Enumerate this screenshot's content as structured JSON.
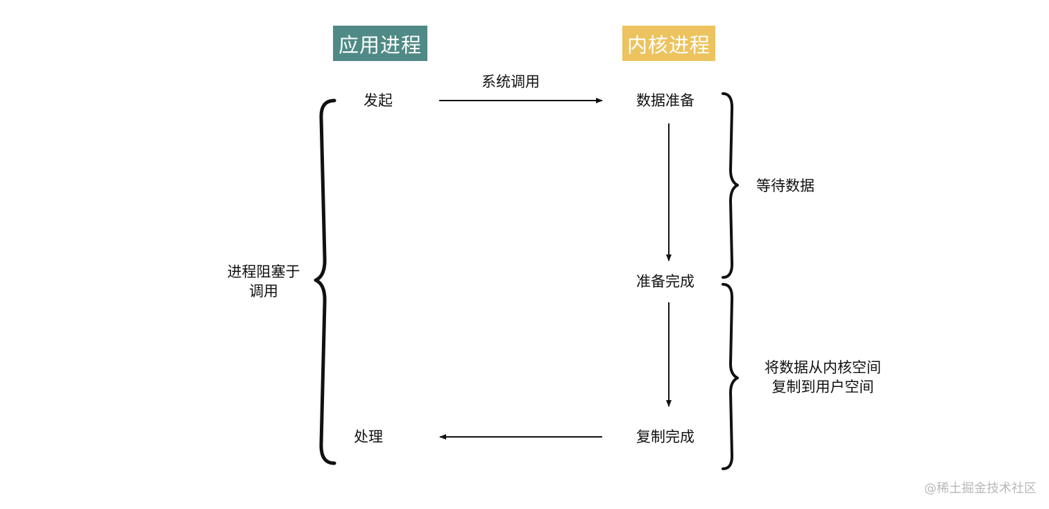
{
  "headers": {
    "app_process": "应用进程",
    "kernel_process": "内核进程"
  },
  "colors": {
    "app_header_bg": "#4f8a86",
    "kernel_header_bg": "#ecc35e",
    "stroke": "#111111"
  },
  "app_side": {
    "start": "发起",
    "process": "处理",
    "blocked_line1": "进程阻塞于",
    "blocked_line2": "调用"
  },
  "kernel_side": {
    "prepare": "数据准备",
    "ready": "准备完成",
    "copy_done": "复制完成"
  },
  "edges": {
    "syscall": "系统调用"
  },
  "phases": {
    "wait_data": "等待数据",
    "copy_line1": "将数据从内核空间",
    "copy_line2": "复制到用户空间"
  },
  "watermark": "@稀土掘金技术社区"
}
